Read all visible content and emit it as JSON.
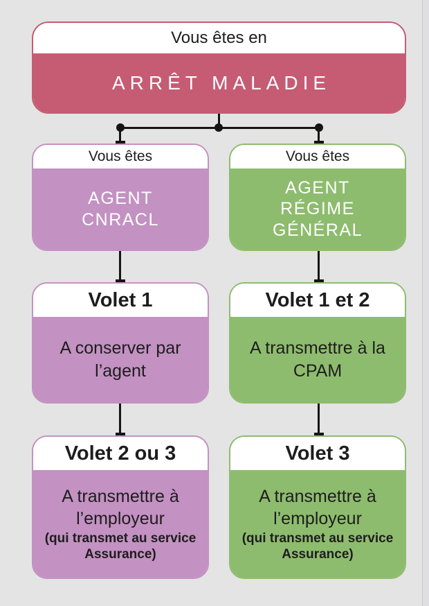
{
  "palette": {
    "background": "#e4e4e4",
    "pink": "#c65b74",
    "purple": "#c391c2",
    "green": "#8ebc6e",
    "text_dark": "#1d1d1d",
    "text_light": "#ffffff",
    "connector": "#141414"
  },
  "nodes": {
    "root": {
      "header": "Vous êtes en",
      "body": "ARRÊT MALADIE"
    },
    "cnracl": {
      "header": "Vous êtes",
      "body": "AGENT\nCNRACL"
    },
    "regime_general": {
      "header": "Vous êtes",
      "body": "AGENT\nRÉGIME\nGÉNÉRAL"
    },
    "volet1": {
      "header": "Volet 1",
      "body": "A conserver par\nl’agent"
    },
    "volet1et2": {
      "header": "Volet 1 et 2",
      "body": "A transmettre à la\nCPAM"
    },
    "volet2ou3": {
      "header": "Volet 2 ou 3",
      "body": "A transmettre à\nl’employeur",
      "note": "(qui transmet au service\nAssurance)"
    },
    "volet3": {
      "header": "Volet 3",
      "body": "A transmettre à\nl’employeur",
      "note": "(qui transmet au service\nAssurance)"
    }
  }
}
